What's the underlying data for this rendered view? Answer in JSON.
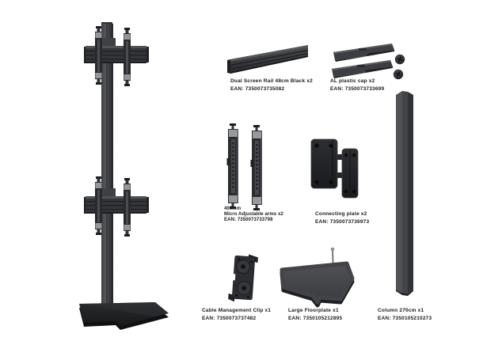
{
  "image": {
    "type": "product parts overview",
    "background": "#ffffff"
  },
  "colors": {
    "text": "#1a1a1a",
    "part_dark": "#232427",
    "part_mid": "#3c3d40",
    "part_light": "#54555a",
    "glide_light": "#97999d"
  },
  "parts": {
    "dual_rail": {
      "name": "Dual Screen Rail 48cm Black x2",
      "ean": "EAN: 7350073735082"
    },
    "al_cap": {
      "name": "AL plastic cap x2",
      "ean": "EAN: 7350073733699"
    },
    "arms": {
      "size": "400mm",
      "name": "Micro Adjustable arms x2",
      "ean": "EAN: 7350073733798"
    },
    "connecting_plate": {
      "name": "Connecting plate x2",
      "ean": "EAN: 7350073736973"
    },
    "cable_clip": {
      "name": "Cable Management Clip x1",
      "ean": "EAN: 7350073737482"
    },
    "floorplate": {
      "name": "Large Floorplate x1",
      "ean": "EAN: 7350105212895"
    },
    "column": {
      "name": "Column 270cm x1",
      "ean": "EAN: 7350105210273"
    }
  }
}
